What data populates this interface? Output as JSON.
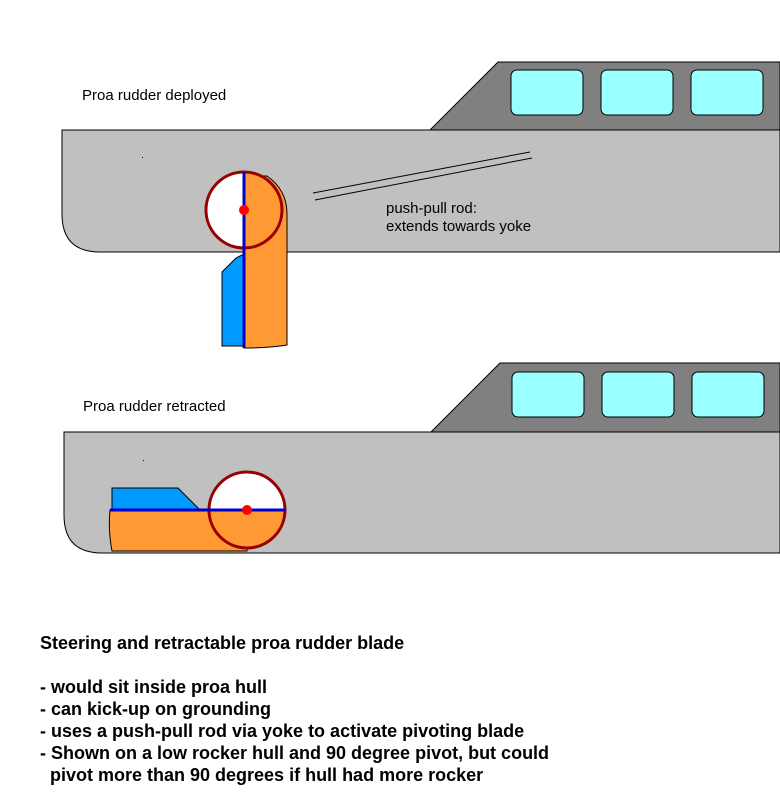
{
  "diagram": {
    "deployed_label": "Proa rudder deployed",
    "rod_label_line1": "push-pull rod:",
    "rod_label_line2": "extends towards yoke",
    "retracted_label": "Proa rudder retracted"
  },
  "description": {
    "title": "Steering and retractable proa rudder blade",
    "bullets": [
      "- would sit inside proa hull",
      "- can kick-up on grounding",
      "- uses a push-pull rod via yoke to activate pivoting blade",
      "- Shown on a low rocker hull and 90 degree pivot, but could",
      "  pivot more than 90 degrees if hull had more rocker"
    ]
  },
  "colors": {
    "hull": "#c0c0c0",
    "cabin": "#808080",
    "window": "#99ffff",
    "blade_orange": "#ff9933",
    "blade_blue": "#0099ff",
    "pivot_ring": "#990000",
    "shaft": "#0000cc",
    "pivot_dot": "#ff0000"
  }
}
